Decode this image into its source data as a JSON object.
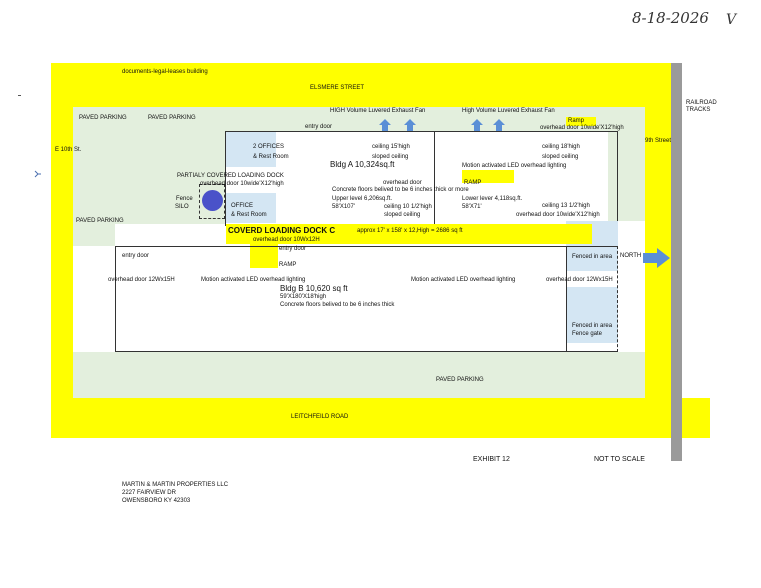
{
  "handwriting": {
    "date": "8-18-2026",
    "check": "V"
  },
  "labels": {
    "documents_building": "documents-legal-leases building",
    "elsmere_street": "ELSMERE STREET",
    "leitchfield_road": "LEITCHFEILD ROAD",
    "railroad_tracks": "RAILROAD TRACKS",
    "ninth_street": "9th Street",
    "tenth_street": "E 10th St.",
    "north": "NORTH"
  },
  "parking": {
    "paved_1": "PAVED PARKING",
    "paved_2": "PAVED PARKING",
    "paved_3": "PAVED PARKING",
    "paved_bottom": "PAVED PARKING"
  },
  "bldg_a": {
    "exhaust_fan_1": "HIGH Volume Luvered Exhaust Fan",
    "exhaust_fan_2": "High Volume Luvered Exhaust Fan",
    "ramp_top": "Ramp",
    "overhead_door_top": "overhead door 10wide'X12'high",
    "entry_door": "entry door",
    "offices_line1": "2 OFFICES",
    "offices_line2": "& Rest Room",
    "title": "Bldg A   10,324sq.ft",
    "ceiling_15": "ceiling 15'high",
    "sloped_1": "sloped ceiling",
    "ceiling_18": "ceiling 18'high",
    "sloped_2": "sloped ceiling",
    "motion_led": "Motion activated LED overhead lighting",
    "overhead_door_mid": "overhead door",
    "ramp_mid": "RAMP",
    "concrete": "Concrete floors belived to be 6 inches thick or more",
    "upper_level": "Upper level 6,206sq.ft.",
    "upper_dims": "58'X107'",
    "ceiling_10": "ceiling 10 1/2'high",
    "sloped_3": "sloped ceiling",
    "lower_level": "Lower lever 4,118sq.ft.",
    "lower_dims": "58'X71'",
    "ceiling_13": "ceiling 13 1/2'high",
    "overhead_door_right": "overhead door 10wide'X12'high"
  },
  "dock": {
    "partial_line1": "PARTIALY COVERED   LOADING DOCK",
    "partial_line2": "overhead door 10wide'X12'high",
    "fence": "Fence",
    "silo": "SILO",
    "office": "OFFICE",
    "office_rest": "& Rest Room",
    "covered_title": "COVERD LOADING DOCK  C",
    "covered_dims": "approx 17' x  158' x 12,High  = 2686 sq ft",
    "covered_door": "overhead door 10Wx12H"
  },
  "bldg_b": {
    "entry_door_left": "entry door",
    "entry_door_mid": "entry door",
    "ramp": "RAMP",
    "overhead_left": "overhead door 12Wx15H",
    "motion_led_1": "Motion activated LED overhead lighting",
    "motion_led_2": "Motion activated LED overhead lighting",
    "overhead_right": "overhead door 12Wx15H",
    "fenced_top": "Fenced in area",
    "title": "Bldg B   10,620 sq ft",
    "dims": "59'X180'X18'high",
    "concrete": "Concrete floors belived to be 6 inches thick",
    "fenced_bottom_1": "Fenced in area",
    "fenced_bottom_2": "Fence gate"
  },
  "footer": {
    "exhibit": "EXHIBIT 12",
    "not_to_scale": "NOT TO SCALE",
    "company": "MARTIN & MARTIN PROPERTIES LLC",
    "address1": "2227 FAIRVIEW DR",
    "address2": "OWENSBORO KY 42303"
  },
  "colors": {
    "road": "#ffff00",
    "paved": "#e3efdd",
    "office": "#d4e6f3",
    "arrow": "#5b8fd6",
    "silo": "#4a52c9",
    "rail": "#9a9a9a"
  }
}
